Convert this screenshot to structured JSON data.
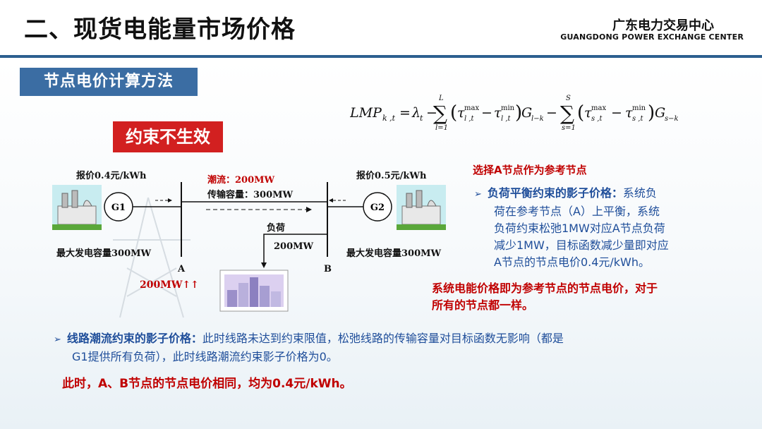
{
  "header": {
    "title": "二、现货电能量市场价格",
    "brand_cn": "广东电力交易中心",
    "brand_en": "GUANGDONG POWER EXCHANGE CENTER"
  },
  "section": {
    "label": "节点电价计算方法"
  },
  "formula": {
    "lhs": "LMP",
    "lhs_sub": "k ,t",
    "lambda_sub": "t",
    "sum1_top": "L",
    "sum1_bottom": "l=1",
    "sum2_top": "S",
    "sum2_bottom": "s=1",
    "max": "max",
    "min": "min",
    "tau_l_sub": "l ,t",
    "tau_s_sub": "s ,t",
    "g1_sub": "l−k",
    "g2_sub": "s−k"
  },
  "badge": {
    "label": "约束不生效"
  },
  "diagram": {
    "price_left": "报价0.4元/kWh",
    "price_right": "报价0.5元/kWh",
    "flow": "潮流：200MW",
    "capacity": "传输容量：300MW",
    "g1": "G1",
    "g2": "G2",
    "load_label": "负荷",
    "load_value": "200MW",
    "maxcap_left": "最大发电容量300MW",
    "maxcap_right": "最大发电容量300MW",
    "node_a": "A",
    "node_b": "B",
    "gen_a": "200MW↑↑"
  },
  "right": {
    "title": "选择A节点作为参考节点",
    "p1_bold": "负荷平衡约束的影子价格：",
    "p1_lines": [
      "系统负",
      "荷在参考节点（A）上平衡，系统",
      "负荷约束松弛1MW对应A节点负荷",
      "减少1MW，目标函数减少量即对应",
      "A节点的节点电价0.4元/kWh。"
    ],
    "red_lines": [
      "系统电能价格即为参考节点的节点电价，对于",
      "所有的节点都一样。"
    ]
  },
  "bottom": {
    "p_bold": "线路潮流约束的影子价格：",
    "p_line1": "此时线路未达到约束限值，松弛线路的传输容量对目标函数无影响（都是",
    "p_line2": "G1提供所有负荷），此时线路潮流约束影子价格为0。",
    "conclusion": "此时，A、B节点的节点电价相同，均为0.4元/kWh。"
  }
}
